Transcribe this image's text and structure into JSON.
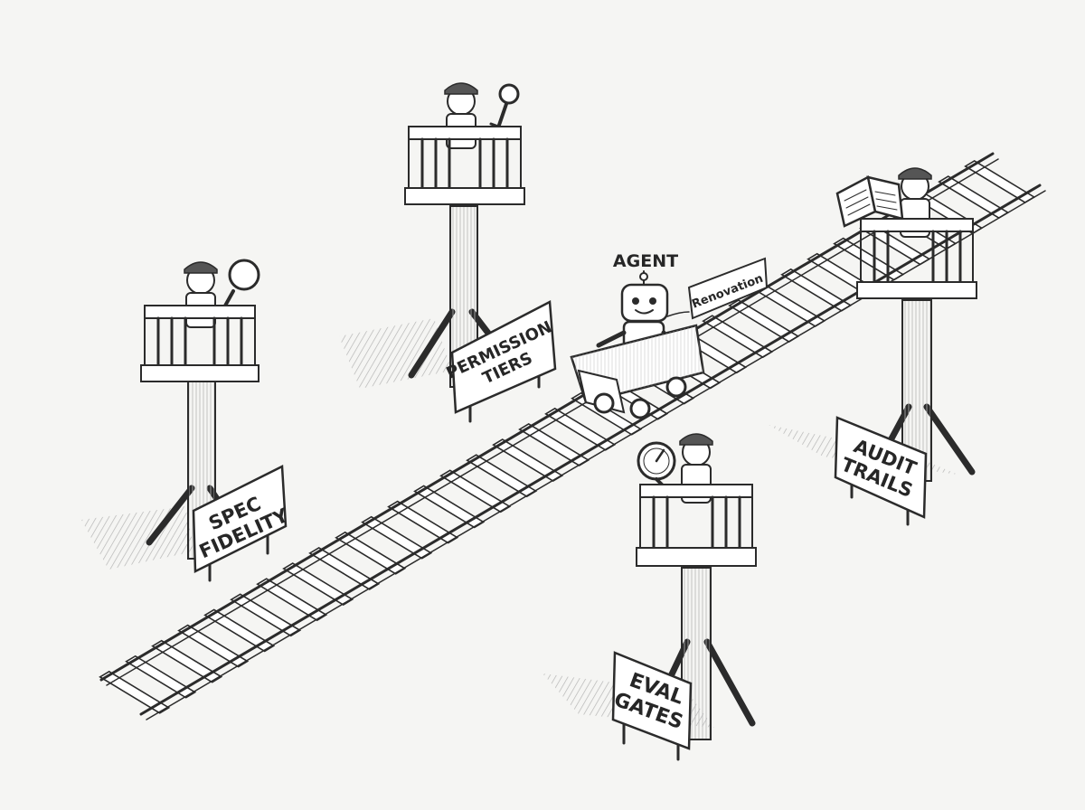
{
  "agent": {
    "label": "AGENT",
    "cart_tag": "Renovation"
  },
  "checkpoints": [
    {
      "id": "spec-fidelity",
      "sign": [
        "SPEC",
        "FIDELITY"
      ],
      "guard_tool": "magnifying-glass-icon"
    },
    {
      "id": "permission-tiers",
      "sign": [
        "PERMISSION",
        "TIERS"
      ],
      "guard_tool": "key-icon"
    },
    {
      "id": "audit-trails",
      "sign": [
        "AUDIT",
        "TRAILS"
      ],
      "guard_tool": "open-book-icon"
    },
    {
      "id": "eval-gates",
      "sign": [
        "EVAL",
        "GATES"
      ],
      "guard_tool": "gauge-icon"
    }
  ],
  "colors": {
    "paper": "#f5f5f3",
    "ink": "#2b2b2b",
    "sign": "#ffffff",
    "shade": "#bdbdbd"
  }
}
